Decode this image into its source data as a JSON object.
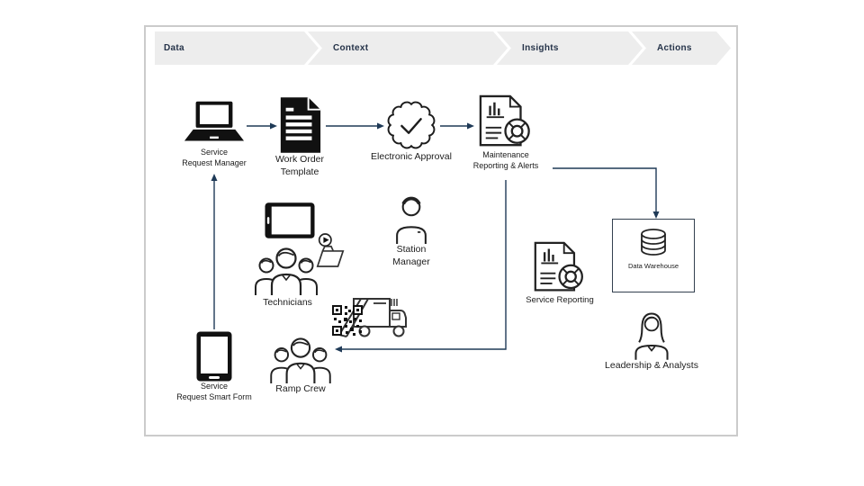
{
  "stage_bar": {
    "stages": [
      {
        "label": "Data"
      },
      {
        "label": "Context"
      },
      {
        "label": "Insights"
      },
      {
        "label": "Actions"
      }
    ]
  },
  "nodes": {
    "service_request_manager": {
      "line1": "Service",
      "line2": "Request Manager"
    },
    "work_order_template": {
      "line1": "Work Order",
      "line2": "Template"
    },
    "electronic_approval": {
      "label": "Electronic Approval"
    },
    "maintenance_reporting": {
      "line1": "Maintenance",
      "line2": "Reporting & Alerts"
    },
    "technicians": {
      "label": "Technicians"
    },
    "station_manager": {
      "line1": "Station",
      "line2": "Manager"
    },
    "ramp_crew": {
      "label": "Ramp Crew"
    },
    "service_request_smart_form": {
      "line1": "Service",
      "line2": "Request Smart Form"
    },
    "service_reporting": {
      "label": "Service Reporting"
    },
    "data_warehouse": {
      "label": "Data Warehouse"
    },
    "leadership_analysts": {
      "label": "Leadership & Analysts"
    }
  },
  "colors": {
    "arrow": "#1f3a57",
    "stage_text": "#253349",
    "stage_background": "#ededed",
    "frame_border": "#cbcbcb",
    "icon_ink": "#1c1c1c"
  }
}
